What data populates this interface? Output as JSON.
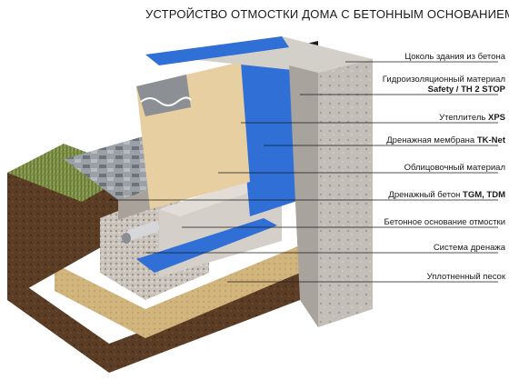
{
  "title": "УСТРОЙСТВО ОТМОСТКИ ДОМА С БЕТОННЫМ ОСНОВАНИЕМ",
  "legend": [
    {
      "id": "plinth",
      "text": "Цоколь здания из бетона",
      "bold": ""
    },
    {
      "id": "waterproof",
      "text": "Гидроизоляционный материал",
      "bold": "Safety / TH 2 STOP"
    },
    {
      "id": "insulation",
      "text": "Утеплитель ",
      "bold": "XPS"
    },
    {
      "id": "membrane",
      "text": "Дренажная мембрана ",
      "bold": "TK-Net"
    },
    {
      "id": "facing",
      "text": "Облицовочный материал",
      "bold": ""
    },
    {
      "id": "drain-concrete",
      "text": "Дренажный бетон ",
      "bold": "TGM, TDM"
    },
    {
      "id": "concrete-base",
      "text": "Бетонное основание отмостки",
      "bold": ""
    },
    {
      "id": "drainage",
      "text": "Система дренажа",
      "bold": ""
    },
    {
      "id": "sand",
      "text": "Уплотненный песок",
      "bold": ""
    }
  ],
  "colors": {
    "concrete": "#bdb8b2",
    "waterproof_blue": "#2f6fd6",
    "xps": "#e8cfa2",
    "facing_tile": "#8a8f96",
    "soil": "#5a3a22",
    "grass": "#6f8f3a",
    "sand": "#d9c08a",
    "black_coat": "#1b1b1b"
  }
}
